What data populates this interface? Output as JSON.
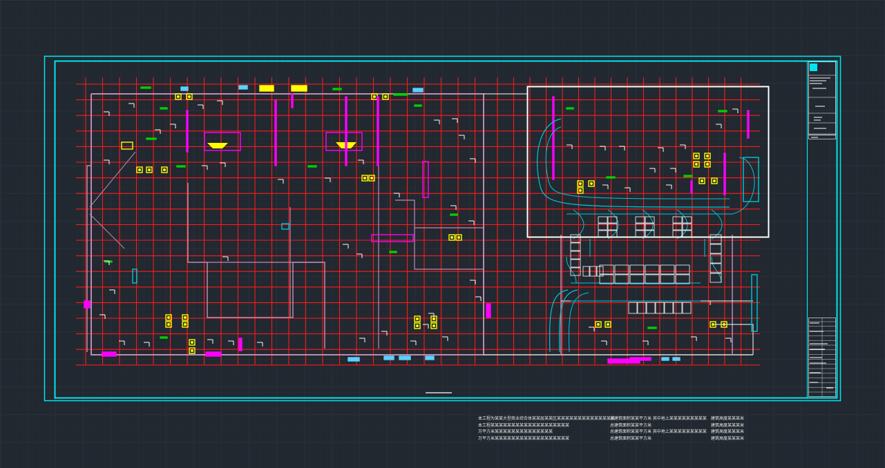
{
  "drawing": {
    "title_block_text": [],
    "background": "#212830",
    "colors": {
      "frame": "#00e6f0",
      "axis_grid": "#ff1a1a",
      "walls": "#c08ab0",
      "equipment": "#ff00ff",
      "fixtures": "#ffff00",
      "pipes": "#00d000",
      "highlight_box": "#ffffff",
      "ramp": "#00c8d8",
      "callouts": "#ffffff"
    }
  },
  "notes": {
    "col1": [
      "本工程为某某大型商业综合体某某层某某区某某某某某某某某某某某某某某",
      "本工程某某某某某某某某某某某某某某某某某某某",
      "万平方米某某某某某某某某某某某某某某",
      "万平方米某某某某某某某某某某某某某某某某某某"
    ],
    "col2": [
      "总建筑面积某某平方米 其中地上某某某某某某某某某",
      "总建筑面积某某平方米",
      "总建筑面积某某平方米 其中地上某某某某某某某某某",
      "总建筑面积某某平方米"
    ],
    "col3": [
      "建筑高度某某某米",
      "建筑高度某某某米",
      "建筑高度某某某米",
      "建筑高度某某某米"
    ]
  }
}
